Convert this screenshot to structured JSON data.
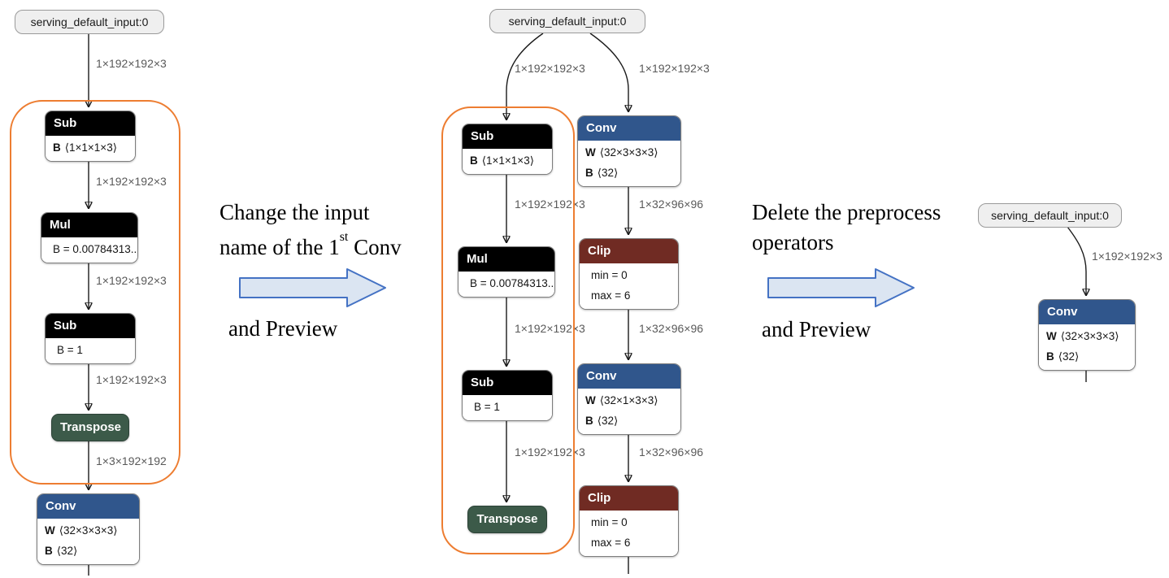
{
  "colors": {
    "black_node": "#000000",
    "conv_node": "#30568c",
    "clip_node": "#702b23",
    "transpose_node": "#3c5a49",
    "orange_outline": "#ed7d31",
    "arrow_fill": "#dbe5f2",
    "arrow_stroke": "#4472c4",
    "input_fill": "#efefef",
    "input_border": "#9a9a9a",
    "edge_label": "#595959"
  },
  "graph1": {
    "input_label": "serving_default_input:0",
    "edge_labels": [
      "1×192×192×3",
      "1×192×192×3",
      "1×192×192×3",
      "1×192×192×3",
      "1×3×192×192"
    ],
    "nodes": [
      {
        "title": "Sub",
        "rows": [
          {
            "b": "B",
            "t": "⟨1×1×1×3⟩"
          }
        ]
      },
      {
        "title": "Mul",
        "rows": [
          {
            "b": "",
            "t": "B = 0.00784313..."
          }
        ]
      },
      {
        "title": "Sub",
        "rows": [
          {
            "b": "",
            "t": "B = 1"
          }
        ]
      },
      {
        "title": "Transpose",
        "rows": []
      },
      {
        "title": "Conv",
        "rows": [
          {
            "b": "W",
            "t": "⟨32×3×3×3⟩"
          },
          {
            "b": "B",
            "t": "⟨32⟩"
          }
        ]
      }
    ]
  },
  "transition1": {
    "line1": "Change the input",
    "line2_pre": "name of the 1",
    "line2_sup": "st",
    "line2_post": " Conv",
    "line3": "and Preview"
  },
  "graph2": {
    "input_label": "serving_default_input:0",
    "left_edge_labels": [
      "1×192×192×3",
      "1×192×192×3",
      "1×192×192×3",
      "1×192×192×3"
    ],
    "right_edge_labels": [
      "1×192×192×3",
      "1×32×96×96",
      "1×32×96×96",
      "1×32×96×96"
    ],
    "left_nodes": [
      {
        "title": "Sub",
        "rows": [
          {
            "b": "B",
            "t": "⟨1×1×1×3⟩"
          }
        ]
      },
      {
        "title": "Mul",
        "rows": [
          {
            "b": "",
            "t": "B = 0.00784313..."
          }
        ]
      },
      {
        "title": "Sub",
        "rows": [
          {
            "b": "",
            "t": "B = 1"
          }
        ]
      },
      {
        "title": "Transpose",
        "rows": []
      }
    ],
    "right_nodes": [
      {
        "title": "Conv",
        "rows": [
          {
            "b": "W",
            "t": "⟨32×3×3×3⟩"
          },
          {
            "b": "B",
            "t": "⟨32⟩"
          }
        ]
      },
      {
        "title": "Clip",
        "rows": [
          {
            "b": "",
            "t": "min = 0"
          },
          {
            "b": "",
            "t": "max = 6"
          }
        ]
      },
      {
        "title": "Conv",
        "rows": [
          {
            "b": "W",
            "t": "⟨32×1×3×3⟩"
          },
          {
            "b": "B",
            "t": "⟨32⟩"
          }
        ]
      },
      {
        "title": "Clip",
        "rows": [
          {
            "b": "",
            "t": "min = 0"
          },
          {
            "b": "",
            "t": "max = 6"
          }
        ]
      }
    ]
  },
  "transition2": {
    "line1": "Delete the preprocess",
    "line2": "operators",
    "line3": "and Preview"
  },
  "graph3": {
    "input_label": "serving_default_input:0",
    "edge_labels": [
      "1×192×192×3"
    ],
    "nodes": [
      {
        "title": "Conv",
        "rows": [
          {
            "b": "W",
            "t": "⟨32×3×3×3⟩"
          },
          {
            "b": "B",
            "t": "⟨32⟩"
          }
        ]
      }
    ]
  }
}
